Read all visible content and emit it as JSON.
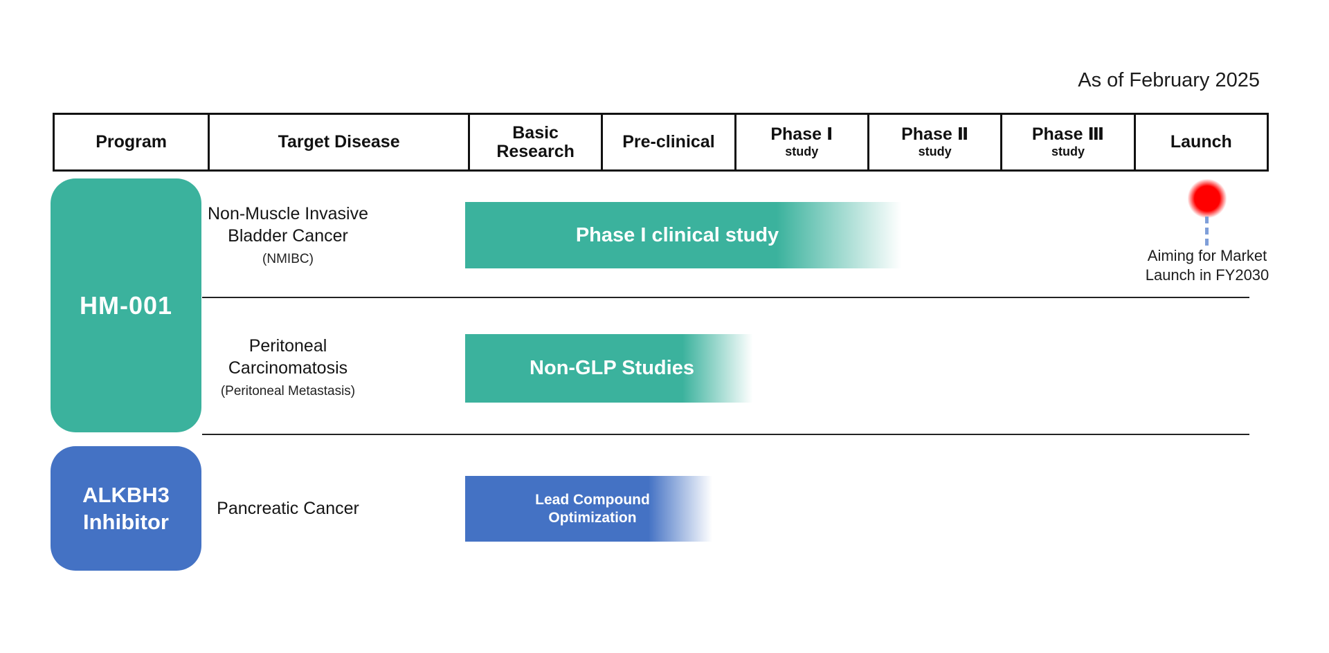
{
  "meta": {
    "as_of": "As of February 2025"
  },
  "colors": {
    "teal": "#3BB29D",
    "blue": "#4472C4",
    "red": "#FF0000",
    "dash_blue": "#7F9FD9"
  },
  "header": {
    "cells": [
      {
        "line1": "Program"
      },
      {
        "line1": "Target Disease"
      },
      {
        "line1": "Basic",
        "line2": "Research"
      },
      {
        "line1": "Pre-clinical"
      },
      {
        "line1": "Phase Ⅰ",
        "sub": "study"
      },
      {
        "line1": "Phase Ⅱ",
        "sub": "study"
      },
      {
        "line1": "Phase Ⅲ",
        "sub": "study"
      },
      {
        "line1": "Launch"
      }
    ]
  },
  "programs": [
    {
      "name": "HM-001"
    },
    {
      "name_line1": "ALKBH3",
      "name_line2": "Inhibitor"
    }
  ],
  "rows": [
    {
      "disease": [
        "Non-Muscle Invasive",
        "Bladder Cancer"
      ],
      "disease_note": "(NMIBC)",
      "bar_label": "Phase I clinical study",
      "milestone_line1": "Aiming for Market",
      "milestone_line2": "Launch in FY2030"
    },
    {
      "disease": [
        "Peritoneal",
        "Carcinomatosis"
      ],
      "disease_note": "(Peritoneal Metastasis)",
      "bar_label": "Non-GLP Studies"
    },
    {
      "disease": [
        "Pancreatic Cancer"
      ],
      "bar_label_line1": "Lead Compound",
      "bar_label_line2": "Optimization"
    }
  ]
}
